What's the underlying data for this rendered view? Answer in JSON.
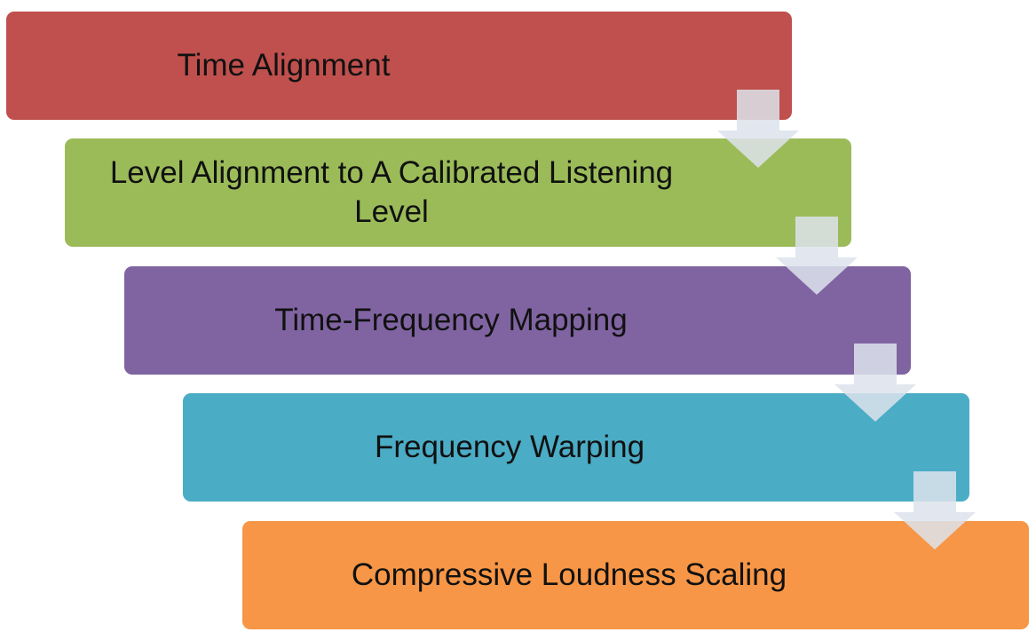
{
  "diagram": {
    "steps": [
      {
        "label": "Time Alignment",
        "color": "#c0504d"
      },
      {
        "label": "Level Alignment to A Calibrated Listening Level",
        "color": "#9bbb59"
      },
      {
        "label": "Time-Frequency Mapping",
        "color": "#8064a2"
      },
      {
        "label": "Frequency Warping",
        "color": "#4bacc6"
      },
      {
        "label": "Compressive Loudness Scaling",
        "color": "#f79646"
      }
    ],
    "arrow_color": "#dde3ec",
    "arrow_icon": "down-arrow-icon"
  }
}
